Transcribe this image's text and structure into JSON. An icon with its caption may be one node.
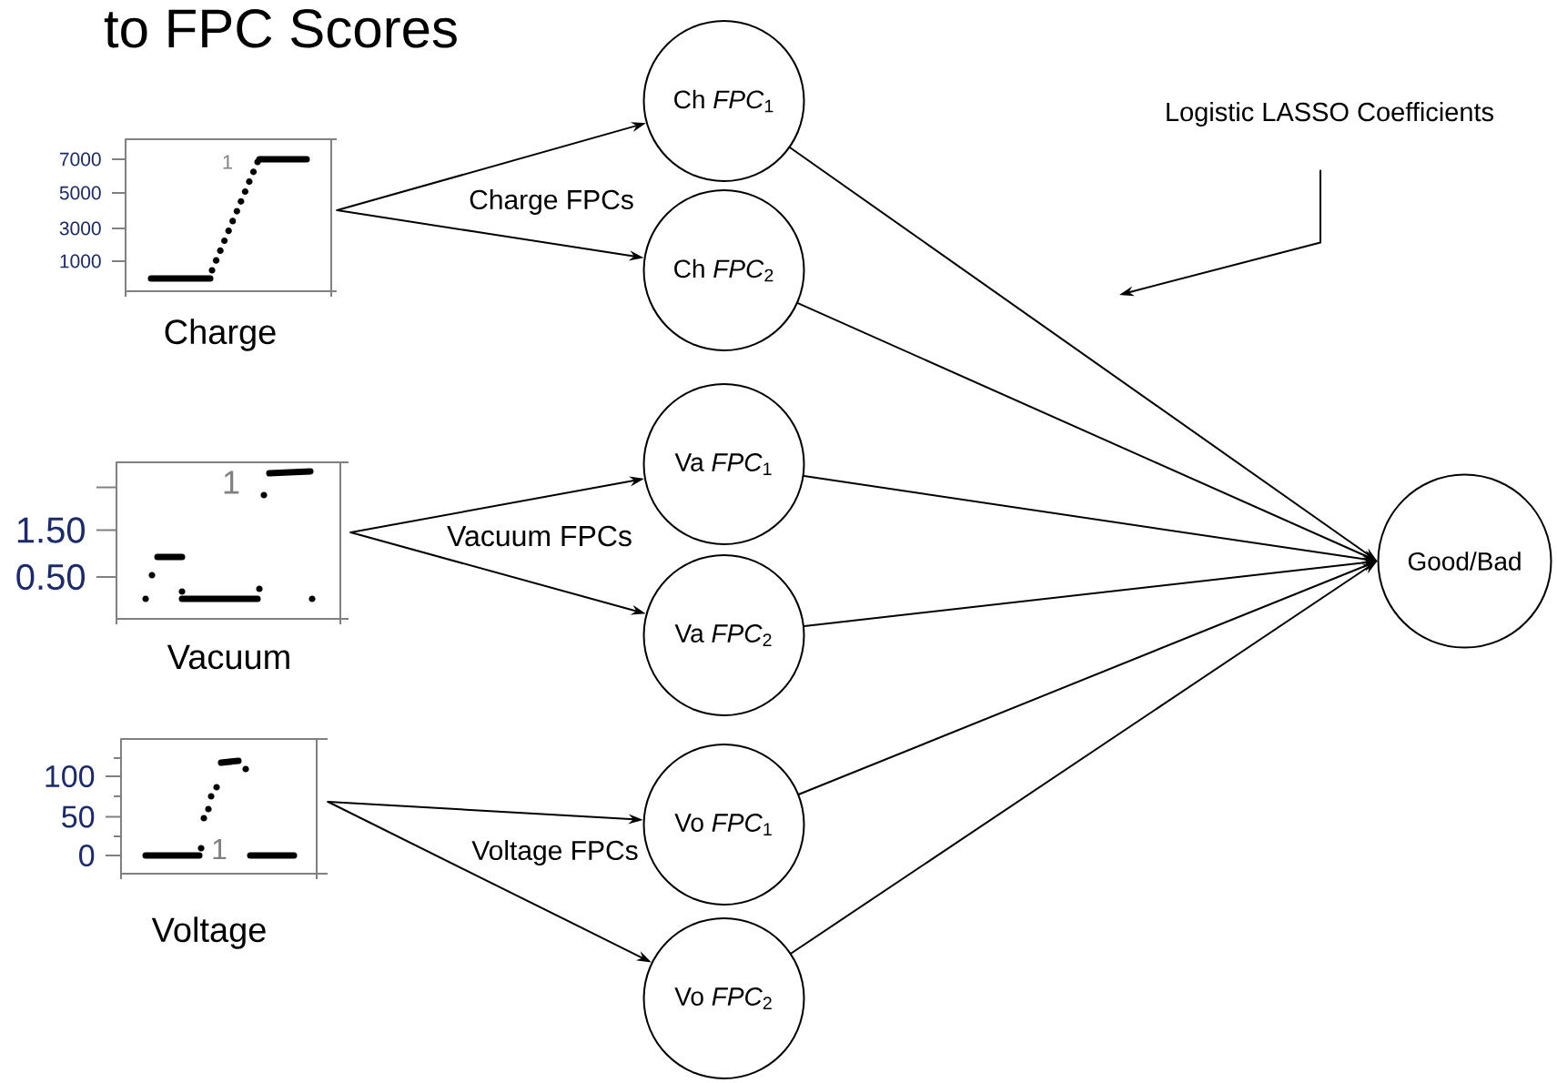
{
  "diagram": {
    "title": "to FPC Scores",
    "nodes": [
      {
        "text": [],
        "shape": "picture",
        "beside": [
          "Charge"
        ]
      },
      {
        "text": [],
        "shape": "picture",
        "beside": [
          "Vacuum"
        ]
      },
      {
        "text": [],
        "shape": "picture",
        "beside": [
          "Voltage"
        ]
      },
      {
        "text": [
          "Ch *FPC*$_{1}$"
        ]
      },
      {
        "text": [
          "Ch *FPC*$_{2}$"
        ]
      },
      {
        "text": [
          "Va *FPC*$_{1}$"
        ]
      },
      {
        "text": [
          "Va *FPC*$_{2}$"
        ]
      },
      {
        "text": [
          "Vo *FPC*$_{1}$"
        ]
      },
      {
        "text": [
          "Vo *FPC*$_{2}$"
        ]
      },
      {
        "text": [
          "Good/Bad"
        ]
      },
      {
        "text": [
          "Logistic LASSO Coefficients"
        ]
      }
    ],
    "edges": [
      {
        "from": 0,
        "to": 3,
        "arrow": "to"
      },
      {
        "from": 0,
        "to": 4,
        "arrow": "to"
      },
      {
        "from": 1,
        "to": 5,
        "arrow": "to"
      },
      {
        "from": 1,
        "to": 6,
        "arrow": "to"
      },
      {
        "from": 2,
        "to": 7,
        "arrow": "to"
      },
      {
        "from": 2,
        "to": 8,
        "arrow": "to"
      },
      {
        "from": 3,
        "to": 9,
        "arrow": "to"
      },
      {
        "from": 4,
        "to": 9,
        "arrow": "to"
      },
      {
        "from": 5,
        "to": 9,
        "arrow": "to"
      },
      {
        "from": 6,
        "to": 9,
        "arrow": "to"
      },
      {
        "from": 7,
        "to": 9,
        "arrow": "to"
      },
      {
        "from": 8,
        "to": 9,
        "arrow": "to"
      },
      {
        "from": 10,
        "to": null,
        "arrow": "to"
      }
    ],
    "labels": [
      "7000",
      "5000",
      "3000",
      "1000",
      "1",
      "Charge FPCs",
      "1.50",
      "0.50",
      "1",
      "Vacuum FPCs",
      "100",
      "50",
      "0",
      "1",
      "Voltage FPCs"
    ]
  }
}
